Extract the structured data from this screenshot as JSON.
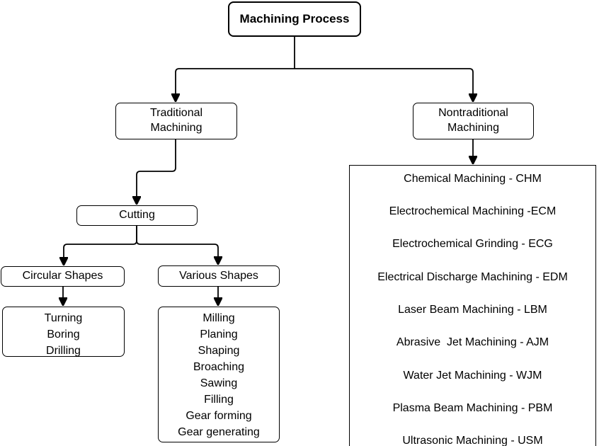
{
  "style": {
    "background": "#ffffff",
    "line_color": "#000000",
    "border_color": "#000000",
    "box_background": "#ffffff",
    "text_color": "#000000"
  },
  "nodes": {
    "root": {
      "label": "Machining Process"
    },
    "traditional": {
      "lines": [
        "Traditional",
        "Machining"
      ]
    },
    "nontraditional": {
      "lines": [
        "Nontraditional",
        "Machining"
      ]
    },
    "cutting": {
      "label": "Cutting"
    },
    "circular_shapes": {
      "label": "Circular Shapes"
    },
    "various_shapes": {
      "label": "Various Shapes"
    },
    "circular_list": {
      "items": [
        "Turning",
        "Boring",
        "Drilling"
      ]
    },
    "various_list": {
      "items": [
        "Milling",
        "Planing",
        "Shaping",
        "Broaching",
        "Sawing",
        "Filling",
        "Gear forming",
        "Gear generating"
      ]
    },
    "nontraditional_list": {
      "items": [
        "Chemical Machining - CHM",
        "Electrochemical Machining -ECM",
        "Electrochemical Grinding - ECG",
        "Electrical Discharge Machining - EDM",
        "Laser Beam Machining - LBM",
        "Abrasive  Jet Machining - AJM",
        "Water Jet Machining - WJM",
        "Plasma Beam Machining - PBM",
        "Ultrasonic Machining - USM"
      ]
    }
  }
}
